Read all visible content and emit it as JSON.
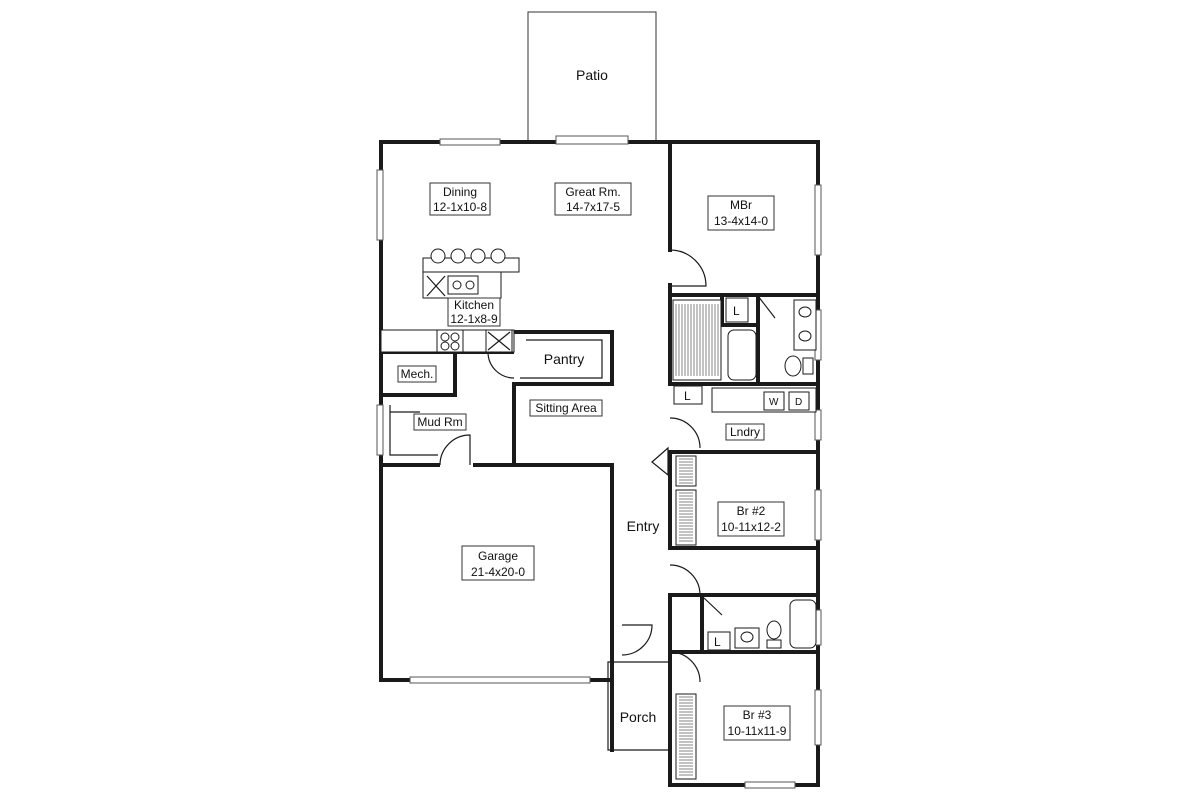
{
  "rooms": {
    "patio": {
      "name": "Patio"
    },
    "dining": {
      "name": "Dining",
      "size": "12-1x10-8"
    },
    "great_room": {
      "name": "Great Rm.",
      "size": "14-7x17-5"
    },
    "master_bedroom": {
      "name": "MBr",
      "size": "13-4x14-0"
    },
    "kitchen": {
      "name": "Kitchen",
      "size": "12-1x8-9"
    },
    "pantry": {
      "name": "Pantry"
    },
    "mech": {
      "name": "Mech."
    },
    "mud_room": {
      "name": "Mud Rm"
    },
    "sitting_area": {
      "name": "Sitting Area"
    },
    "laundry": {
      "name": "Lndry"
    },
    "bedroom_2": {
      "name": "Br #2",
      "size": "10-11x12-2"
    },
    "entry": {
      "name": "Entry"
    },
    "garage": {
      "name": "Garage",
      "size": "21-4x20-0"
    },
    "porch": {
      "name": "Porch"
    },
    "bedroom_3": {
      "name": "Br #3",
      "size": "10-11x11-9"
    }
  },
  "fixture_labels": {
    "linen": "L",
    "washer": "W",
    "dryer": "D"
  }
}
